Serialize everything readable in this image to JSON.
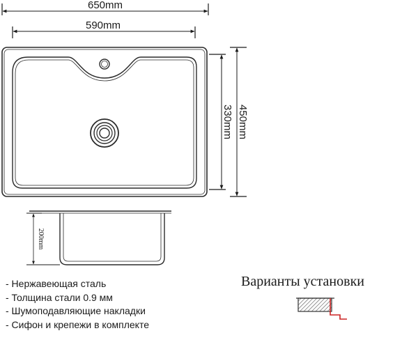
{
  "dimensions": {
    "overall_width": "650mm",
    "bowl_width": "590mm",
    "overall_depth": "450mm",
    "bowl_depth": "330mm",
    "bowl_height": "200mm"
  },
  "features": [
    "- Нержавеющая сталь",
    "- Толщина стали 0.9 мм",
    "- Шумоподавляющие накладки",
    "- Сифон и крепежи в комплекте"
  ],
  "installation": {
    "title": "Варианты установки"
  },
  "colors": {
    "line": "#2a2a2a",
    "accent": "#cc2222"
  }
}
